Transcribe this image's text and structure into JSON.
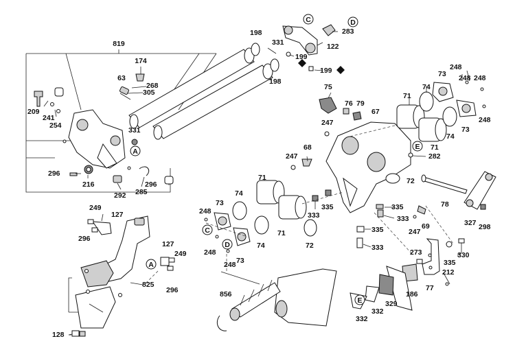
{
  "labels": {
    "l819": "819",
    "l174": "174",
    "l63": "63",
    "l268": "268",
    "l305": "305",
    "l209": "209",
    "l241": "241",
    "l254": "254",
    "l331a": "331",
    "l296a": "296",
    "l216": "216",
    "l292": "292",
    "l285": "285",
    "l296b": "296",
    "l198a": "198",
    "l198b": "198",
    "l331b": "331",
    "l199a": "199",
    "l199b": "199",
    "l122": "122",
    "l283": "283",
    "l75": "75",
    "l76": "76",
    "l79": "79",
    "l67": "67",
    "l247a": "247",
    "l71a": "71",
    "l74a": "74",
    "l73a": "73",
    "l248a": "248",
    "l248b": "248",
    "l248c": "248",
    "l248d": "248",
    "l73b": "73",
    "l74b": "74",
    "l71b": "71",
    "l282": "282",
    "l247b": "247",
    "l68": "68",
    "l71c": "71",
    "l74c": "74",
    "l73c": "73",
    "l248e": "248",
    "l335a": "335",
    "l333a": "333",
    "l72a": "72",
    "l78": "78",
    "l335b": "335",
    "l333b": "333",
    "l327": "327",
    "l298": "298",
    "l69": "69",
    "l247c": "247",
    "l71d": "71",
    "l72b": "72",
    "l335c": "335",
    "l333c": "333",
    "l74d": "74",
    "l73d": "73",
    "l248f": "248",
    "l248g": "248",
    "l249a": "249",
    "l127a": "127",
    "l296c": "296",
    "l127b": "127",
    "l249b": "249",
    "l296d": "296",
    "l825": "825",
    "l856": "856",
    "l128": "128",
    "l273": "273",
    "l330": "330",
    "l335d": "335",
    "l212": "212",
    "l186": "186",
    "l77": "77",
    "l329": "329",
    "l332a": "332",
    "l332b": "332"
  },
  "callouts": {
    "c1": "C",
    "c2": "D",
    "c3": "A",
    "c4": "E",
    "c5": "C",
    "c6": "D",
    "c7": "A",
    "c8": "E"
  },
  "icons": [
    "diamond-marker-icon",
    "diamond-marker-icon"
  ]
}
